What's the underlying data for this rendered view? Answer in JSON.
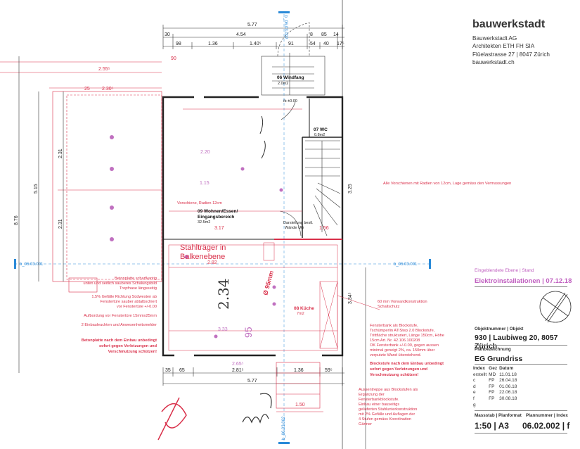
{
  "office": {
    "brand": "bauwerkstadt",
    "lines": [
      "Bauwerkstadt AG",
      "Architekten ETH FH SIA",
      "Flüelastrasse 27 | 8047 Zürich",
      "bauwerkstadt.ch"
    ]
  },
  "layer": {
    "label": "Eingeblendete Ebene | Stand",
    "value": "Elektroinstallationen | 07.12.18"
  },
  "project": {
    "label": "Objektnummer | Objekt",
    "value": "930 | Laubiweg 20, 8057 Zürich"
  },
  "plan": {
    "label": "Planbezeichnung",
    "value": "EG Grundriss"
  },
  "revisions": {
    "headers": [
      "Index",
      "Gez",
      "Datum"
    ],
    "rows": [
      [
        "erstellt",
        "MD",
        "11.01.18"
      ],
      [
        "c",
        "FP",
        "26.04.18"
      ],
      [
        "d",
        "FP",
        "01.06.18"
      ],
      [
        "e",
        "FP",
        "22.06.18"
      ],
      [
        "f",
        "FP",
        "30.08.18"
      ],
      [
        "g",
        "",
        ""
      ]
    ]
  },
  "footer": {
    "scale_label": "Massstab | Planformat",
    "scale_value": "1:50 | A3",
    "number_label": "Plannummer | Index",
    "number_value": "06.02.002 | f"
  },
  "sections": {
    "s1": "b_06.03.001",
    "s2": "b_06.03.002"
  },
  "rooms": {
    "windfang": {
      "name": "06 Windfang",
      "area": "2.0m2"
    },
    "wc": {
      "name": "07 WC",
      "area": "0.8m2"
    },
    "wohnen": {
      "name1": "09 Wohnen/Essen/",
      "name2": "Eingangsbereich",
      "area": "32.5m2"
    },
    "kueche": {
      "name": "08 Küche",
      "area": "7m2"
    }
  },
  "dims_top": {
    "total": "5.77",
    "a": "30",
    "b": "4.54",
    "c": "8",
    "d": "85",
    "e": "14",
    "f": "98",
    "g": "1.36",
    "h": "1.40⁵",
    "i": "91",
    "j": "54",
    "k": "40",
    "l": "17⁵"
  },
  "dims_bottom": {
    "a": "35",
    "b": "65",
    "c": "2.81⁵",
    "d": "1.36",
    "e": "59⁵",
    "total": "5.77",
    "f": "1.50",
    "g": "2.65⁵"
  },
  "dims_left": {
    "total": "8.76",
    "a": "5.15",
    "b": "2.31",
    "c": "2.31",
    "d": "2.55⁵",
    "e": "2.30⁵",
    "f": "90",
    "g": "25"
  },
  "dims_inner": {
    "a": "3.17",
    "b": "2.82",
    "c": "1.56",
    "d": "3.25",
    "e": "3.34⁵",
    "f": "2.20",
    "g": "1.15",
    "h": "3.33",
    "i": "2.34"
  },
  "ffl": "fb ±0.00",
  "notes": {
    "vorschiene": "Vorschiene, Radien 12cm",
    "stahltraeger": [
      "Stahlträger in",
      "Balkenebene"
    ],
    "darstellung": [
      "Darstellung bestl.",
      "Wände UG"
    ],
    "alle_vorschienen": "Alle Vorschienen mit Radien von 12cm, Lage gemäss den Vermassungen",
    "betonplatte": [
      "Betonplatte scharfkantig",
      "unten und seitlich sauberes Schalungsbild",
      "Tropfnase längsseitig"
    ],
    "gefaelle": [
      "1.5% Gefälle Richtung Südwesten ab",
      "Fenstertüre sauber abtalbschiert",
      "vor Fenstertüre +/-0.00"
    ],
    "aufbordung": "Aufbordung vor Fenstertüre 15mmx25mm",
    "einbau": "2 Einbauleuchten und Anwesenheitsmelder",
    "beton_warn": [
      "Betonplatte nach dem Einbau unbedingt",
      "sofort gegen Verletzungen und",
      "Verschmutzung schützen!"
    ],
    "vorwand": [
      "60 mm Vorwandkonstruktion",
      "Schallschutz"
    ],
    "fensterbank": [
      "Fensterbank als Blockstufe,",
      "Tschümperlin ATIStep 2.0 Blockstufe,",
      "Trittfläche strukturiert, Länge 150cm, Höhe",
      "15cm Art. Nr. 42.106.100208",
      "OK Fensterbank +/-0.00, gegen aussen",
      "minimal geneigt 2%, ca. 150mm über",
      "verputzte Wand überstehend."
    ],
    "block_warn": [
      "Blockstufe nach dem Einbau unbedingt",
      "sofort gegen Verletzungen und",
      "Verschmutzung schützen!"
    ],
    "aussentreppe": [
      "Aussentreppe aus Blockstufen als",
      "Ergänzung der",
      "Fensterbankblockstufe.",
      "Einbau einer bauseitigs",
      "gelieferten Stahlunterkonstruktion",
      "mit 2% Gefälle und Auflagen der",
      "4 Stufen gemäss Koordination",
      "Gärtner"
    ]
  },
  "handwritten": {
    "a": "2.34",
    "b": "Ø 95mm",
    "c": "95"
  },
  "colors": {
    "red": "#d9304a",
    "magenta": "#c070c0",
    "blue": "#2a8ad8",
    "wall": "#222222"
  }
}
